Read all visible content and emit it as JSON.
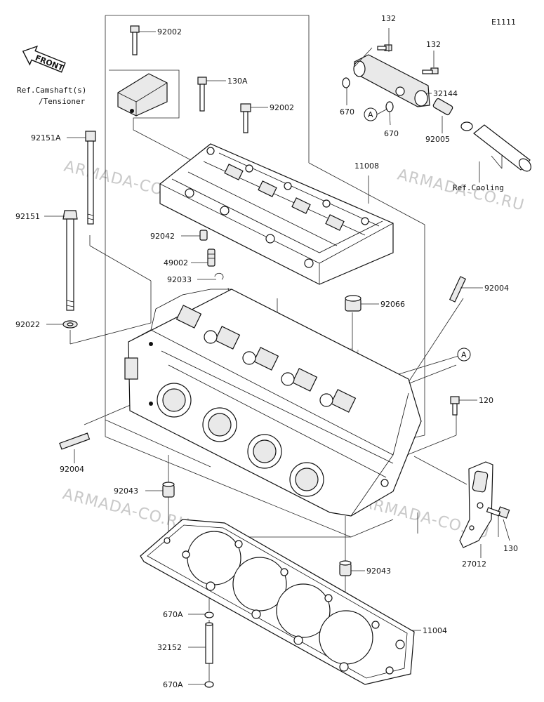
{
  "diagram_code": "E1111",
  "front_label": "FRONT",
  "watermark": "ARMADA-CO.RU",
  "ref_labels": {
    "camshaft_line1": "Ref.Camshaft(s)",
    "camshaft_line2": "/Tensioner",
    "cooling": "Ref.Cooling"
  },
  "callout_a": "A",
  "parts": {
    "p92002_top": "92002",
    "p130A": "130A",
    "p92002_mid": "92002",
    "p92151A": "92151A",
    "p11008": "11008",
    "p92151": "92151",
    "p92042": "92042",
    "p49002": "49002",
    "p92033": "92033",
    "p92004_right": "92004",
    "p92022": "92022",
    "p92066": "92066",
    "p120": "120",
    "p92004_left": "92004",
    "p92043_left": "92043",
    "p27012": "27012",
    "p130": "130",
    "p92043_right": "92043",
    "p670A_top": "670A",
    "p11004": "11004",
    "p32152": "32152",
    "p670A_bottom": "670A",
    "p132_a": "132",
    "p132_b": "132",
    "p32144": "32144",
    "p670_left": "670",
    "p670_right": "670",
    "p92005": "92005"
  }
}
